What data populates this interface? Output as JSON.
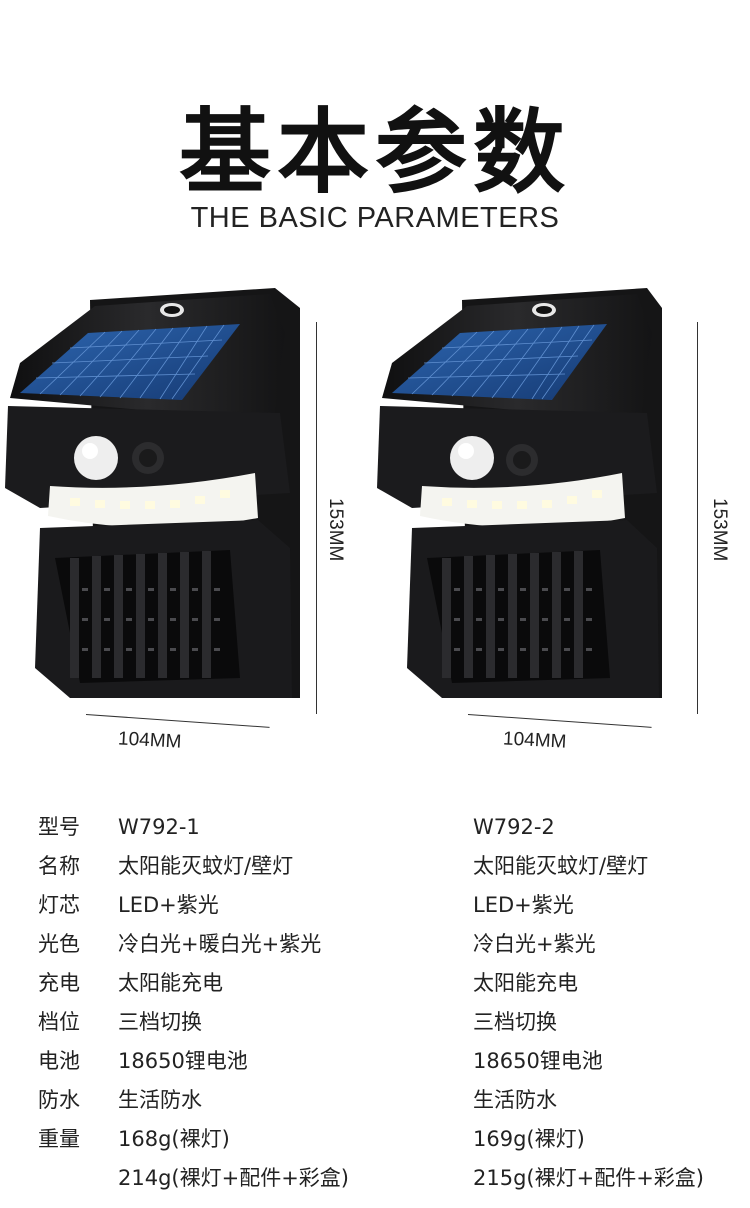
{
  "header": {
    "title_cn": "基本参数",
    "title_en": "THE BASIC PARAMETERS"
  },
  "dimensions": {
    "height": "153MM",
    "width": "104MM"
  },
  "products": [
    {
      "model": "W792-1"
    },
    {
      "model": "W792-2"
    }
  ],
  "specs": [
    {
      "label": "型号",
      "v1": "W792-1",
      "v2": "W792-2"
    },
    {
      "label": "名称",
      "v1": "太阳能灭蚊灯/壁灯",
      "v2": "太阳能灭蚊灯/壁灯"
    },
    {
      "label": "灯芯",
      "v1": "LED+紫光",
      "v2": "LED+紫光"
    },
    {
      "label": "光色",
      "v1": "冷白光+暖白光+紫光",
      "v2": "冷白光+紫光"
    },
    {
      "label": "充电",
      "v1": "太阳能充电",
      "v2": "太阳能充电"
    },
    {
      "label": "档位",
      "v1": "三档切换",
      "v2": "三档切换"
    },
    {
      "label": "电池",
      "v1": "18650锂电池",
      "v2": "18650锂电池"
    },
    {
      "label": "防水",
      "v1": "生活防水",
      "v2": "生活防水"
    },
    {
      "label": "重量",
      "v1": "168g(裸灯)",
      "v2": "169g(裸灯)"
    },
    {
      "label": "",
      "v1": "214g(裸灯+配件+彩盒)",
      "v2": "215g(裸灯+配件+彩盒)"
    }
  ],
  "colors": {
    "body": "#1c1c1e",
    "solar_panel": "#1f4f8f",
    "led_strip": "#f4f4f0"
  }
}
